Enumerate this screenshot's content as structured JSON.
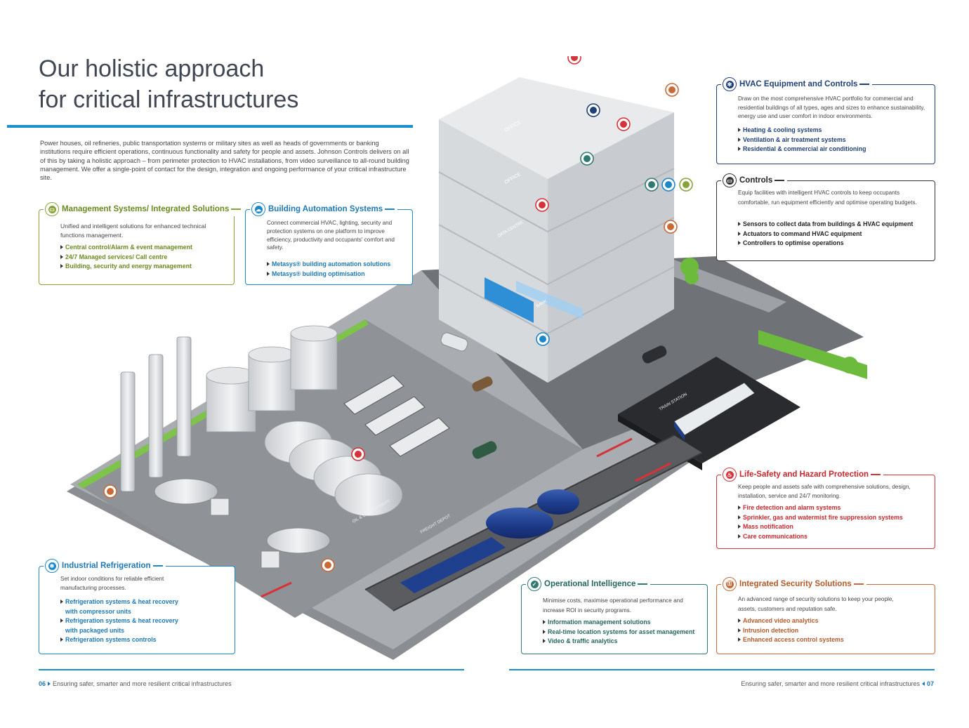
{
  "title": {
    "line1": "Our holistic approach",
    "line2": "for critical infrastructures"
  },
  "intro": "Power houses, oil refineries, public transportation systems or military sites as well as heads of governments or banking institutions require efficient operations, continuous functionality and safety for people and assets. Johnson Controls delivers on all of this by taking a holistic approach – from perimeter protection to HVAC installations, from video surveillance to all-round building management. We offer a single-point of contact for the design, integration and ongoing performance of your critical infrastructure site.",
  "boxes": {
    "management": {
      "title": "Management Systems/ Integrated Solutions",
      "desc": "Unified and intelligent solutions for enhanced technical functions management.",
      "items": [
        "Central control/Alarm & event management",
        "24/7 Managed services/ Call centre",
        "Building, security and energy management"
      ],
      "color": "#8aa23b"
    },
    "bas": {
      "title": "Building Automation Systems",
      "desc": "Connect commercial HVAC, lighting, security and protection systems on one platform to improve efficiency, productivity and occupants' comfort and safety.",
      "items": [
        "Metasys® building automation solutions",
        "Metasys® building optimisation"
      ],
      "color": "#1d87c8"
    },
    "hvac": {
      "title": "HVAC Equipment and Controls",
      "desc": "Draw on the most comprehensive HVAC portfolio for commercial and residential buildings of all types, ages and sizes to enhance sustainability, energy use and user comfort in indoor environments.",
      "items": [
        "Heating & cooling systems",
        "Ventilation & air treatment systems",
        "Residential & commercial air conditioning"
      ],
      "color": "#1f3f78"
    },
    "controls": {
      "title": "Controls",
      "desc": "Equip facilities with intelligent HVAC controls to keep occupants comfortable, run equipment efficiently and optimise operating budgets.",
      "items": [
        "Sensors to collect data from buildings & HVAC equipment",
        "Actuators to command HVAC equipment",
        "Controllers to optimise operations"
      ],
      "color": "#333333"
    },
    "lifesafety": {
      "title": "Life-Safety and Hazard Protection",
      "desc": "Keep people and assets safe with comprehensive solutions, design, installation, service and 24/7 monitoring.",
      "items": [
        "Fire detection and alarm systems",
        "Sprinkler, gas and watermist fire suppression systems",
        "Mass notification",
        "Care communications"
      ],
      "color": "#d5333a"
    },
    "refrigeration": {
      "title": "Industrial Refrigeration",
      "desc": "Set indoor conditions for reliable efficient manufacturing processes.",
      "items": [
        "Refrigeration systems & heat recovery",
        "with compressor units",
        "Refrigeration systems & heat recovery",
        "with packaged units",
        "Refrigeration systems controls"
      ],
      "color": "#1d87c8"
    },
    "opint": {
      "title": "Operational Intelligence",
      "desc": "Minimise costs, maximise operational performance and increase ROI in security programs.",
      "items": [
        "Information management solutions",
        "Real-time location systems for asset management",
        "Video & traffic analytics"
      ],
      "color": "#2f7a72"
    },
    "security": {
      "title": "Integrated Security Solutions",
      "desc": "An advanced range of security solutions to keep your people, assets, customers and reputation safe.",
      "items": [
        "Advanced video analytics",
        "Intrusion detection",
        "Enhanced access control systems"
      ],
      "color": "#c76a38"
    }
  },
  "illustration": {
    "labels": {
      "office1": "OFFICE",
      "office2": "OFFICE",
      "data_centre": "DATA CENTRE",
      "bank": "BANK",
      "refinery": "OIL & GAS REFINERY",
      "freight": "FREIGHT DEPOT",
      "train_station": "TRAIN STATION"
    }
  },
  "footer": {
    "left_page": "06",
    "left_text": "Ensuring safer, smarter and more resilient critical infrastructures",
    "right_text": "Ensuring safer, smarter and more resilient critical infrastructures",
    "right_page": "07"
  }
}
